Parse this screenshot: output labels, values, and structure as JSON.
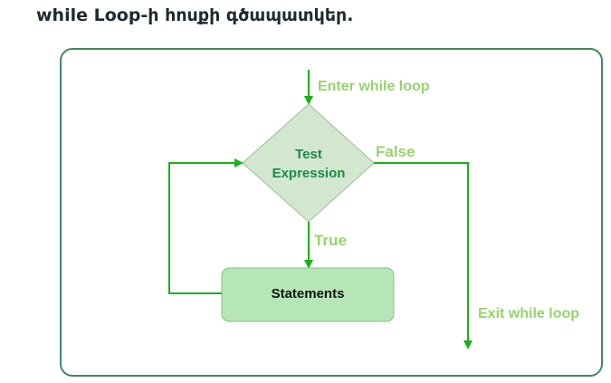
{
  "title": "while Loop-ի հոսքի գծապատկեր.",
  "diagram": {
    "enter_label": "Enter while loop",
    "condition": [
      "Test",
      "Expression"
    ],
    "false_label": "False",
    "true_label": "True",
    "body": "Statements",
    "exit_label": "Exit while loop"
  }
}
